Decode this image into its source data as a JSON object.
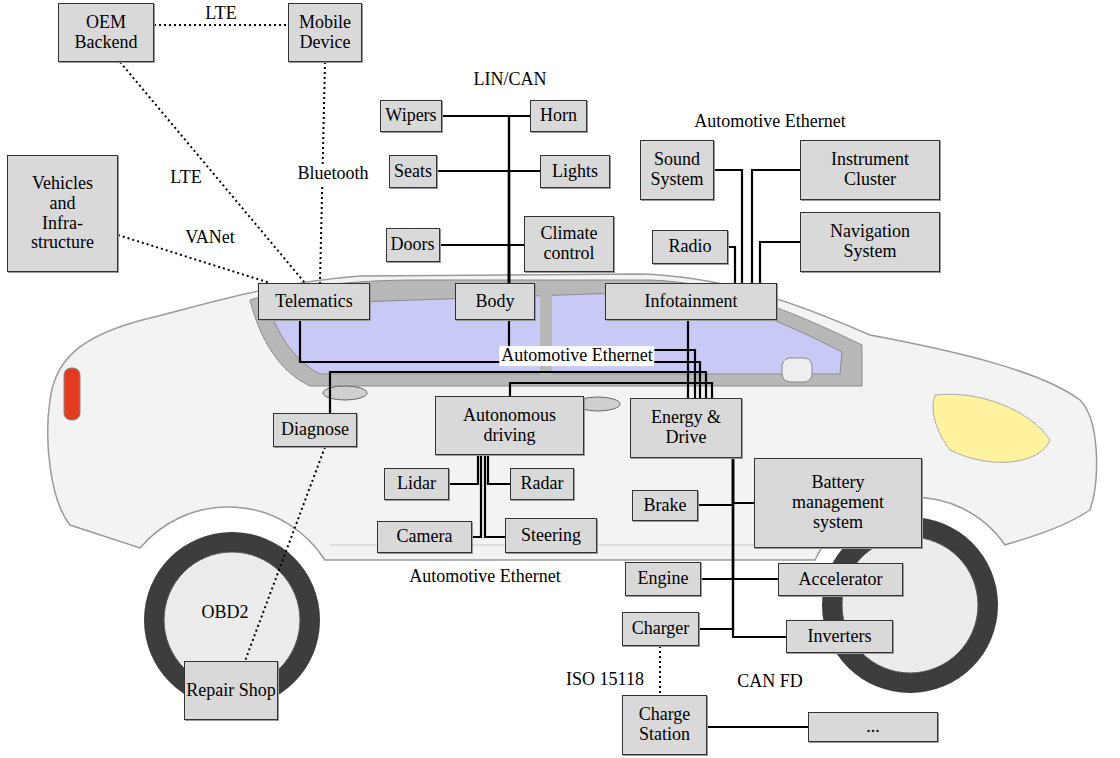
{
  "diagram": {
    "nodes": [
      {
        "text": [
          "OEM Backend"
        ]
      },
      {
        "text": [
          "Mobile Device"
        ]
      },
      {
        "text": [
          "Wipers"
        ]
      },
      {
        "text": [
          "Horn"
        ]
      },
      {
        "text": [
          "Seats"
        ]
      },
      {
        "text": [
          "Lights"
        ]
      },
      {
        "text": [
          "Sound System"
        ]
      },
      {
        "text": [
          "Instrument Cluster"
        ]
      },
      {
        "text": [
          "Vehicles and Infra- structure"
        ]
      },
      {
        "text": [
          "Doors"
        ]
      },
      {
        "text": [
          "Climate control"
        ]
      },
      {
        "text": [
          "Radio"
        ]
      },
      {
        "text": [
          "Navigation System"
        ]
      },
      {
        "text": [
          "Telematics"
        ]
      },
      {
        "text": [
          "Body"
        ]
      },
      {
        "text": [
          "Infotainment"
        ]
      },
      {
        "text": [
          "Diagnose"
        ]
      },
      {
        "text": [
          "Autonomous driving"
        ]
      },
      {
        "text": [
          "Energy & Drive"
        ]
      },
      {
        "text": [
          "Lidar"
        ]
      },
      {
        "text": [
          "Radar"
        ]
      },
      {
        "text": [
          "Brake"
        ]
      },
      {
        "text": [
          "Battery management system"
        ]
      },
      {
        "text": [
          "Camera"
        ]
      },
      {
        "text": [
          "Steering"
        ]
      },
      {
        "text": [
          "Engine"
        ]
      },
      {
        "text": [
          "Accelerator"
        ]
      },
      {
        "text": [
          "Charger"
        ]
      },
      {
        "text": [
          "Inverters"
        ]
      },
      {
        "text": [
          "Repair Shop"
        ]
      },
      {
        "text": [
          "Charge Station"
        ]
      },
      {
        "text": [
          "..."
        ]
      }
    ],
    "edges": [
      {
        "from": 0,
        "to": 1,
        "arrow": "none",
        "label": "LTE"
      },
      {
        "from": 0,
        "to": 13,
        "arrow": "none",
        "label": "LTE"
      },
      {
        "from": 1,
        "to": 13,
        "arrow": "none",
        "label": "Bluetooth"
      },
      {
        "from": 8,
        "to": 13,
        "arrow": "none",
        "label": "VANet"
      },
      {
        "from": 2,
        "to": 14,
        "arrow": "none"
      },
      {
        "from": 3,
        "to": 14,
        "arrow": "none"
      },
      {
        "from": 4,
        "to": 14,
        "arrow": "none"
      },
      {
        "from": 5,
        "to": 14,
        "arrow": "none"
      },
      {
        "from": 9,
        "to": 14,
        "arrow": "none"
      },
      {
        "from": 10,
        "to": 14,
        "arrow": "none"
      },
      {
        "from": 6,
        "to": 15,
        "arrow": "none"
      },
      {
        "from": 7,
        "to": 15,
        "arrow": "none"
      },
      {
        "from": 11,
        "to": 15,
        "arrow": "none"
      },
      {
        "from": 12,
        "to": 15,
        "arrow": "none"
      },
      {
        "from": 13,
        "to": 18,
        "arrow": "none"
      },
      {
        "from": 14,
        "to": 18,
        "arrow": "none"
      },
      {
        "from": 15,
        "to": 18,
        "arrow": "none"
      },
      {
        "from": 16,
        "to": 18,
        "arrow": "none"
      },
      {
        "from": 17,
        "to": 18,
        "arrow": "none"
      },
      {
        "from": 19,
        "to": 17,
        "arrow": "none"
      },
      {
        "from": 20,
        "to": 17,
        "arrow": "none"
      },
      {
        "from": 23,
        "to": 17,
        "arrow": "none"
      },
      {
        "from": 24,
        "to": 17,
        "arrow": "none"
      },
      {
        "from": 21,
        "to": 18,
        "arrow": "none"
      },
      {
        "from": 22,
        "to": 18,
        "arrow": "none"
      },
      {
        "from": 25,
        "to": 18,
        "arrow": "none"
      },
      {
        "from": 26,
        "to": 18,
        "arrow": "none"
      },
      {
        "from": 27,
        "to": 18,
        "arrow": "none"
      },
      {
        "from": 28,
        "to": 18,
        "arrow": "none"
      },
      {
        "from": 27,
        "to": 30,
        "arrow": "none",
        "label": "ISO 15118"
      },
      {
        "from": 30,
        "to": 31,
        "arrow": "none"
      },
      {
        "from": 16,
        "to": 29,
        "arrow": "none"
      }
    ],
    "labels": [
      "LIN/CAN",
      "Automotive Ethernet",
      "Automotive Ethernet",
      "Automotive Ethernet",
      "CAN FD",
      "OBD2"
    ]
  }
}
